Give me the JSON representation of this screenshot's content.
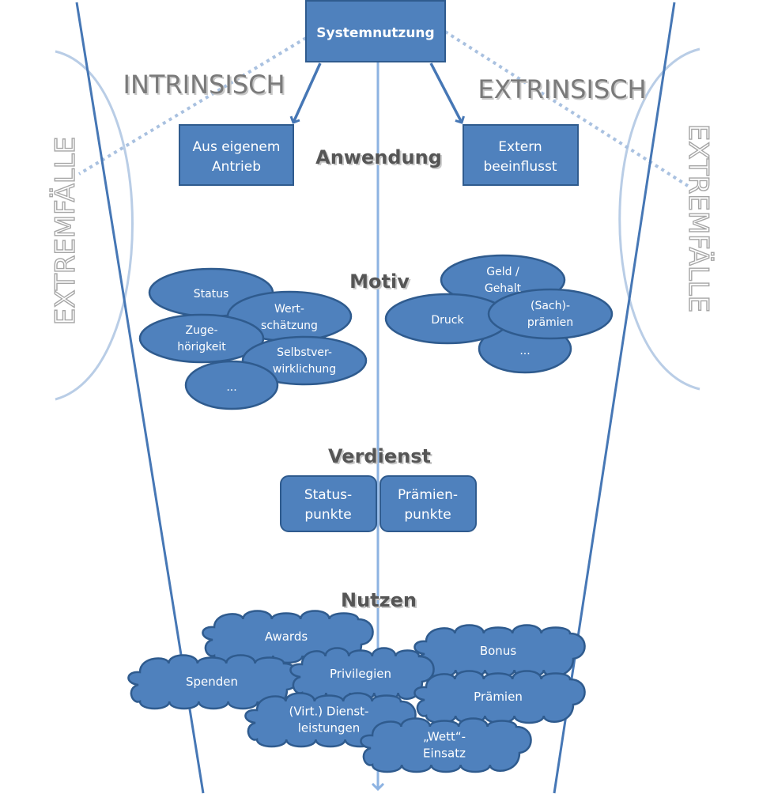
{
  "colors": {
    "box_fill": "#4f81bd",
    "box_stroke": "#2f5b8e",
    "funnel_line": "#4677b5",
    "arc_light": "#b9cde6",
    "center_arrow": "#8db3e2",
    "dotted_line": "#a9c1e0",
    "section_label": "#555555",
    "side_label": "#7a7a7a",
    "extrem_outline": "#a6a6a6"
  },
  "top": {
    "title": "Systemnutzung"
  },
  "sides": {
    "left_label": "INTRINSISCH",
    "right_label": "EXTRINSISCH",
    "extreme_left": "EXTREMFÄLLE",
    "extreme_right": "EXTREMFÄLLE"
  },
  "anwendung": {
    "label": "Anwendung",
    "left_box": [
      "Aus eigenem",
      "Antrieb"
    ],
    "right_box": [
      "Extern",
      "beeinflusst"
    ]
  },
  "motiv": {
    "label": "Motiv",
    "intrinsic": [
      {
        "lines": [
          "Status"
        ]
      },
      {
        "lines": [
          "Wert-",
          "schätzung"
        ]
      },
      {
        "lines": [
          "Zuge-",
          "hörigkeit"
        ]
      },
      {
        "lines": [
          "Selbstver-",
          "wirklichung"
        ]
      },
      {
        "lines": [
          "..."
        ]
      }
    ],
    "extrinsic": [
      {
        "lines": [
          "Geld /",
          "Gehalt"
        ]
      },
      {
        "lines": [
          "Druck"
        ]
      },
      {
        "lines": [
          "(Sach)-",
          "prämien"
        ]
      },
      {
        "lines": [
          "..."
        ]
      }
    ]
  },
  "verdienst": {
    "label": "Verdienst",
    "boxes": [
      {
        "lines": [
          "Status-",
          "punkte"
        ]
      },
      {
        "lines": [
          "Prämien-",
          "punkte"
        ]
      }
    ]
  },
  "nutzen": {
    "label": "Nutzen",
    "clouds": [
      {
        "lines": [
          "Awards"
        ]
      },
      {
        "lines": [
          "Spenden"
        ]
      },
      {
        "lines": [
          "Privilegien"
        ]
      },
      {
        "lines": [
          "Bonus"
        ]
      },
      {
        "lines": [
          "Prämien"
        ]
      },
      {
        "lines": [
          "(Virt.) Dienst-",
          "leistungen"
        ]
      },
      {
        "lines": [
          "„Wett“-",
          "Einsatz"
        ]
      }
    ]
  }
}
